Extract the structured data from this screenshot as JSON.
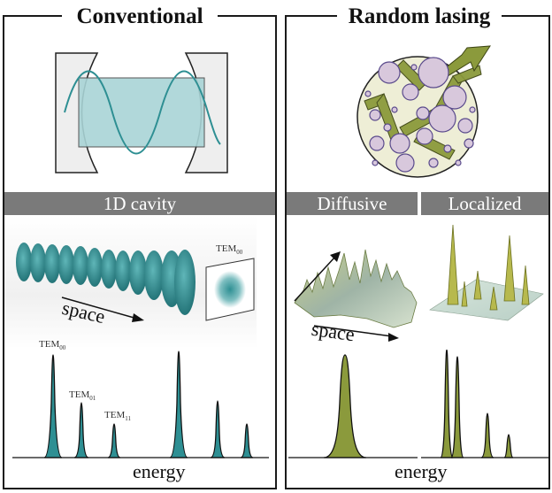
{
  "panels": {
    "left": {
      "title": "Conventional",
      "band": "1D cavity",
      "space_label": "space",
      "energy_label": "energy",
      "mode_labels": {
        "image": {
          "base": "TEM",
          "sub": "00"
        },
        "peak1": {
          "base": "TEM",
          "sub": "00"
        },
        "peak2": {
          "base": "TEM",
          "sub": "01"
        },
        "peak3": {
          "base": "TEM",
          "sub": "11"
        }
      }
    },
    "right": {
      "title": "Random lasing",
      "band_left": "Diffusive",
      "band_right": "Localized",
      "space_label": "space",
      "energy_label": "energy"
    }
  },
  "colors": {
    "teal": "#2e8f93",
    "teal_light": "#a9d4d6",
    "olive": "#8b9a3c",
    "olive_dark": "#5d6b1f",
    "lilac": "#d8c8dc",
    "band_gray": "#7a7a7a"
  }
}
